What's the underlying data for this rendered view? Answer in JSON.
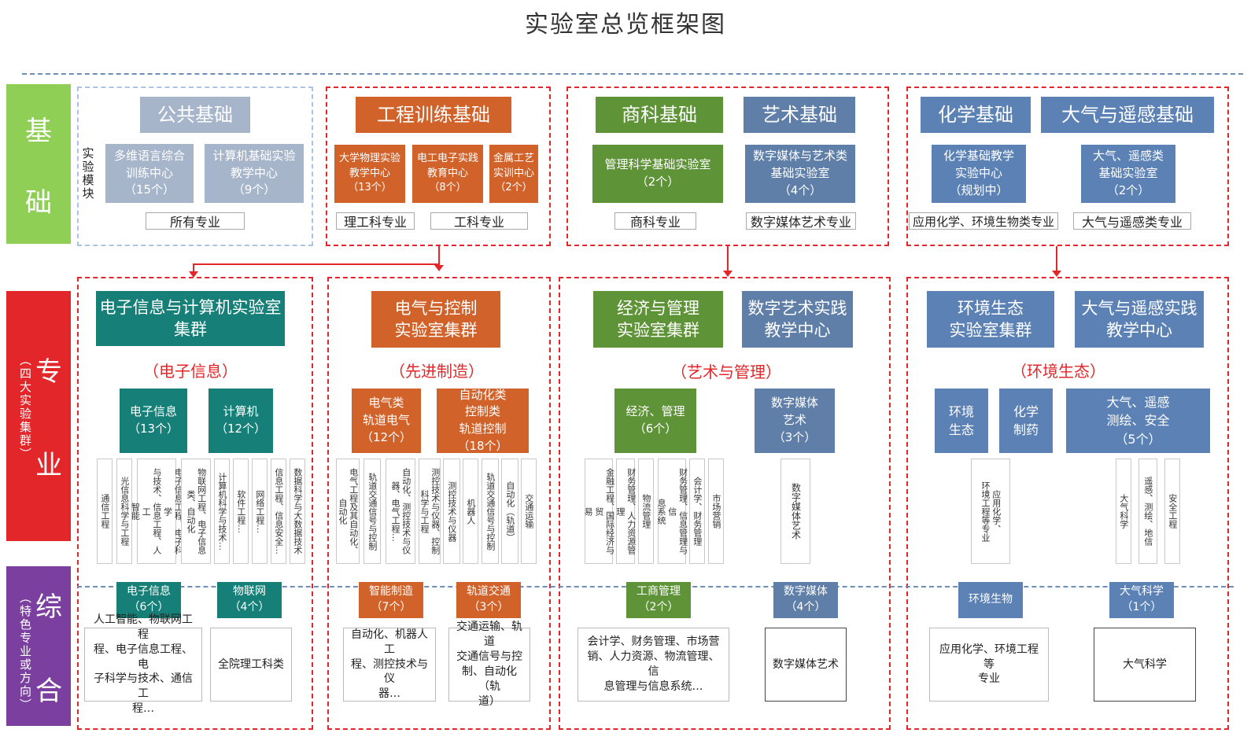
{
  "title": "实验室总览框架图",
  "side": {
    "base_a": "基",
    "base_b": "础",
    "major_a": "专",
    "major_b": "业",
    "major_sub": "（四大实验集群）",
    "comp_a": "综",
    "comp_b": "合",
    "comp_sub": "（特色专业或方向）"
  },
  "exp_module": "实验模块",
  "base": {
    "public": {
      "title": "公共基础",
      "labs": [
        "多维语言综合\n训练中心\n（15个）",
        "计算机基础实验\n教学中心\n（9个）"
      ],
      "tag": "所有专业"
    },
    "eng": {
      "title": "工程训练基础",
      "labs": [
        "大学物理实验\n教学中心\n（13个）",
        "电工电子实践\n教育中心\n（8个）",
        "金属工艺\n实训中心\n（2个）"
      ],
      "tags": [
        "理工科专业",
        "工科专业"
      ]
    },
    "biz": {
      "title": "商科基础",
      "lab": "管理科学基础实验室\n（2个）",
      "tag": "商科专业"
    },
    "art": {
      "title": "艺术基础",
      "lab": "数字媒体与艺术类\n基础实验室\n（4个）",
      "tag": "数字媒体艺术专业"
    },
    "chem": {
      "title": "化学基础",
      "lab": "化学基础教学\n实验中心\n（规划中）",
      "tag": "应用化学、环境生物类专业"
    },
    "atmo": {
      "title": "大气与遥感基础",
      "lab": "大气、遥感类\n基础实验室\n（2个）",
      "tag": "大气与遥感类专业"
    }
  },
  "clusters": {
    "c1": {
      "title": "电子信息与计算机实验室\n集群",
      "group": "（电子信息）",
      "subs": [
        "电子信息\n（13个）",
        "计算机\n（12个）"
      ],
      "majors": [
        "通信工程",
        "光信息科学与工程",
        "电子信息工程、电子科学\n与技术、信息工程、人工\n智能",
        "物联网工程、电子信息\n类、自动化",
        "计算机科学与技术…",
        "软件工程…",
        "网络工程…",
        "信息工程、信息安全…",
        "数据科学与大数据技术"
      ],
      "comp": [
        {
          "title": "电子信息\n（6个）",
          "desc": "人工智能、物联网工程\n程、电子信息工程、电\n子科学与技术、通信工\n程…"
        },
        {
          "title": "物联网\n（4个）",
          "desc": "全院理工科类"
        }
      ]
    },
    "c2": {
      "title": "电气与控制\n实验室集群",
      "group": "（先进制造）",
      "subs": [
        "电气类\n轨道电气\n（12个）",
        "自动化类\n控制类\n轨道控制\n（18个）"
      ],
      "majors": [
        "电气工程及其自动化、\n自动化",
        "轨道交通信号与控制",
        "自动化、测控技术与仪\n器、电气工程…",
        "测控技术与仪器、控制\n科学与工程",
        "测控技术与仪器",
        "机器人",
        "轨道交通信号与控制",
        "自动化（轨道）",
        "交通运输"
      ],
      "comp": [
        {
          "title": "智能制造\n（7个）",
          "desc": "自动化、机器人工\n程、测控技术与仪\n器…"
        },
        {
          "title": "轨道交通\n（3个）",
          "desc": "交通运输、轨道\n交通信号与控\n制、自动化（轨\n道）"
        }
      ]
    },
    "c3": {
      "title": "经济与管理\n实验室集群",
      "title2": "数字艺术实践\n教学中心",
      "group": "（艺术与管理）",
      "subs": [
        "经济、管理\n（6个）",
        "数字媒体\n艺术\n（3个）"
      ],
      "majors": [
        "金融工程、国际经济与贸\n易",
        "财务管理、人力资源管理",
        "物流管理",
        "财务管理、信息管理与信\n息系统",
        "会计学、财务管理",
        "市场营销"
      ],
      "major_art": "数字媒体艺术",
      "comp": [
        {
          "title": "工商管理\n（2个）",
          "desc": "会计学、财务管理、市场营\n销、人力资源、物流管理、信\n息管理与信息系统…"
        },
        {
          "title": "数字媒体\n（4个）",
          "desc": "数字媒体艺术"
        }
      ]
    },
    "c4": {
      "title": "环境生态\n实验室集群",
      "title2": "大气与遥感实践\n教学中心",
      "group": "（环境生态）",
      "subs": [
        "环境\n生态",
        "化学\n制药",
        "大气、遥感\n测绘、安全\n（5个）"
      ],
      "major_env": "应用化学、\n环境工程等专业",
      "majors": [
        "大气科学",
        "遥感、测绘、地信",
        "安全工程"
      ],
      "comp": [
        {
          "title": "环境生物",
          "desc": "应用化学、环境工程等\n专业"
        },
        {
          "title": "大气科学\n（1个）",
          "desc": "大气科学"
        }
      ]
    }
  },
  "colors": {
    "red": "#e3262a",
    "base": "#8fcf55",
    "major": "#e3262a",
    "comp": "#7b3fa0",
    "teal": "#167f78",
    "orange": "#d0622a",
    "green": "#5f9338",
    "slate": "#5f7fa8",
    "gray": "#a7b5cb"
  }
}
